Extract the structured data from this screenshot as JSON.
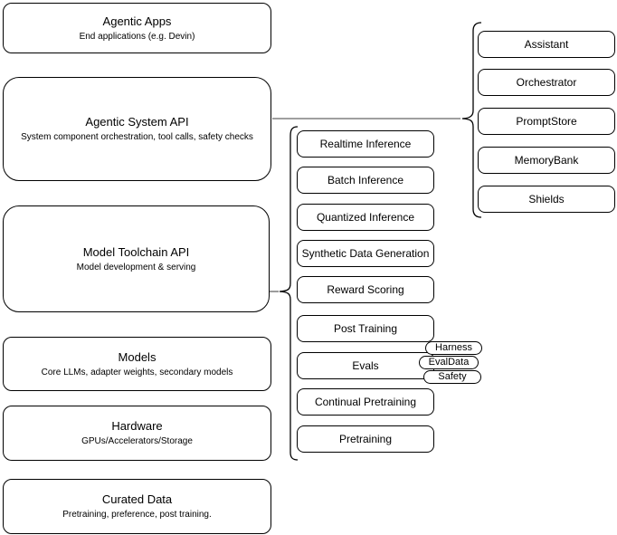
{
  "diagram": {
    "left_stack": [
      {
        "title": "Agentic Apps",
        "subtitle": "End applications (e.g. Devin)"
      },
      {
        "title": "Agentic System API",
        "subtitle": "System component orchestration, tool calls, safety checks"
      },
      {
        "title": "Model Toolchain API",
        "subtitle": "Model development & serving"
      },
      {
        "title": "Models",
        "subtitle": "Core LLMs, adapter weights, secondary models"
      },
      {
        "title": "Hardware",
        "subtitle": "GPUs/Accelerators/Storage"
      },
      {
        "title": "Curated Data",
        "subtitle": "Pretraining, preference, post training."
      }
    ],
    "toolchain_api_items": [
      "Realtime Inference",
      "Batch Inference",
      "Quantized Inference",
      "Synthetic Data Generation",
      "Reward Scoring",
      "Post Training",
      "Evals",
      "Continual Pretraining",
      "Pretraining"
    ],
    "evals_pills": [
      "Harness",
      "EvalData",
      "Safety"
    ],
    "system_api_items": [
      "Assistant",
      "Orchestrator",
      "PromptStore",
      "MemoryBank",
      "Shields"
    ],
    "colors": {
      "stroke": "#000000",
      "fill": "#ffffff",
      "connector": "#666666"
    }
  }
}
